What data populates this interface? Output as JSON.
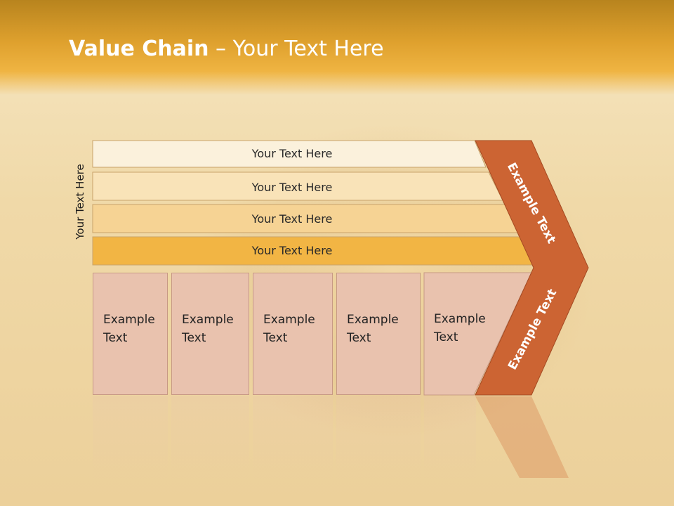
{
  "slide": {
    "title_bold": "Value Chain",
    "title_rest": " – Your Text Here",
    "side_label": "Your Text Here"
  },
  "bars": [
    {
      "label": "Your Text Here",
      "color": "#fbf1dc"
    },
    {
      "label": "Your Text Here",
      "color": "#f9e3b8"
    },
    {
      "label": "Your Text Here",
      "color": "#f6d394"
    },
    {
      "label": "Your Text Here",
      "color": "#f2b544"
    }
  ],
  "boxes": [
    {
      "label_line1": "Example",
      "label_line2": "Text"
    },
    {
      "label_line1": "Example",
      "label_line2": "Text"
    },
    {
      "label_line1": "Example",
      "label_line2": "Text"
    },
    {
      "label_line1": "Example",
      "label_line2": "Text"
    },
    {
      "label_line1": "Example",
      "label_line2": "Text"
    }
  ],
  "arrow": {
    "upper_text": "Example Text",
    "lower_text": "Example Text",
    "color": "#cc6433"
  }
}
